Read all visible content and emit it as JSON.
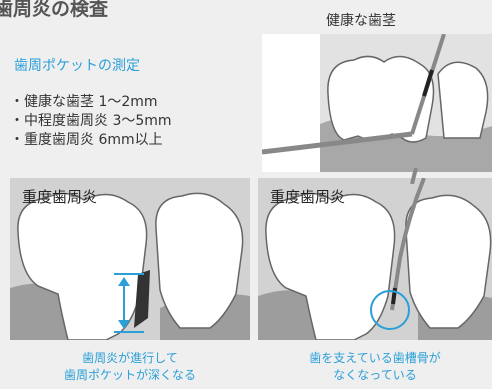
{
  "title": "歯周炎の検査",
  "healthy_panel": {
    "label": "健康な歯茎"
  },
  "measurement": {
    "title": "歯周ポケットの測定",
    "items": [
      "・健康な歯茎 1～2mm",
      "・中程度歯周炎 3～5mm",
      "・重度歯周炎 6mm以上"
    ]
  },
  "left_panel": {
    "heading": "重度歯周炎",
    "caption_line1": "歯周炎が進行して",
    "caption_line2": "歯周ポケットが深くなる"
  },
  "right_panel": {
    "heading": "重度歯周炎",
    "caption_line1": "歯を支えている歯槽骨が",
    "caption_line2": "なくなっている"
  },
  "colors": {
    "accent_blue": "#2a9fd8",
    "panel_gray": "#c9c9c9",
    "gum_gray": "#9b9b9b",
    "tooth_white": "#ffffff"
  },
  "icons": [
    "periodontal-probe",
    "pocket-depth-arrow",
    "bone-loss-circle"
  ]
}
